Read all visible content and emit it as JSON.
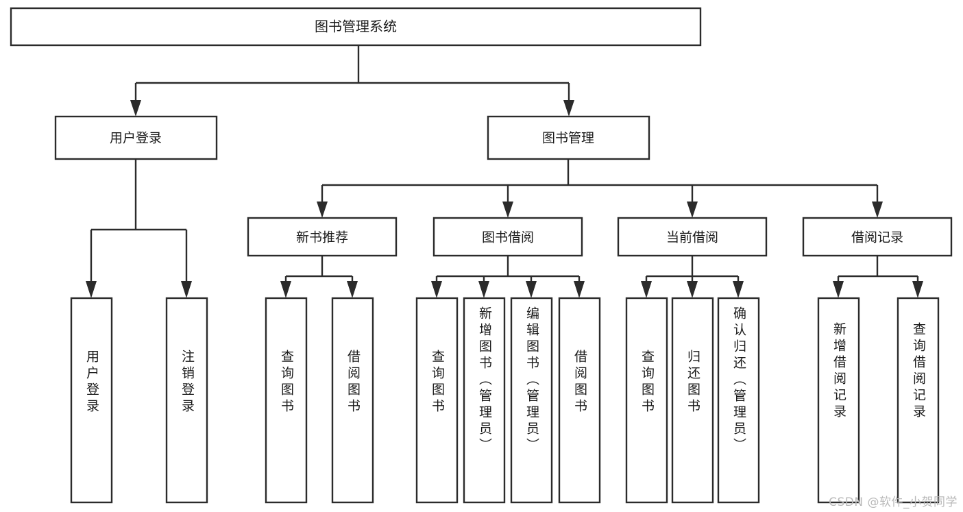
{
  "diagram": {
    "type": "tree",
    "title": "图书管理系统",
    "orientation": "top-down",
    "colors": {
      "box_stroke": "#2b2b2b",
      "box_fill": "#ffffff",
      "text": "#1a1a1a",
      "background": "#ffffff",
      "watermark": "#b9b9b9"
    },
    "root": {
      "label": "图书管理系统"
    },
    "level1": [
      {
        "label": "用户登录"
      },
      {
        "label": "图书管理"
      }
    ],
    "level2": [
      {
        "label": "新书推荐"
      },
      {
        "label": "图书借阅"
      },
      {
        "label": "当前借阅"
      },
      {
        "label": "借阅记录"
      }
    ],
    "leaves": {
      "user_login": [
        {
          "label": "用户登录"
        },
        {
          "label": "注销登录"
        }
      ],
      "new_book_recommend": [
        {
          "label": "查询图书"
        },
        {
          "label": "借阅图书"
        }
      ],
      "book_borrow": [
        {
          "label": "查询图书"
        },
        {
          "label": "新增图书（管理员）"
        },
        {
          "label": "编辑图书（管理员）"
        },
        {
          "label": "借阅图书"
        }
      ],
      "current_borrow": [
        {
          "label": "查询图书"
        },
        {
          "label": "归还图书"
        },
        {
          "label": "确认归还（管理员）"
        }
      ],
      "borrow_record": [
        {
          "label": "新增借阅记录"
        },
        {
          "label": "查询借阅记录"
        }
      ]
    }
  },
  "watermark": {
    "text": "CSDN @软件_小贺同学"
  }
}
